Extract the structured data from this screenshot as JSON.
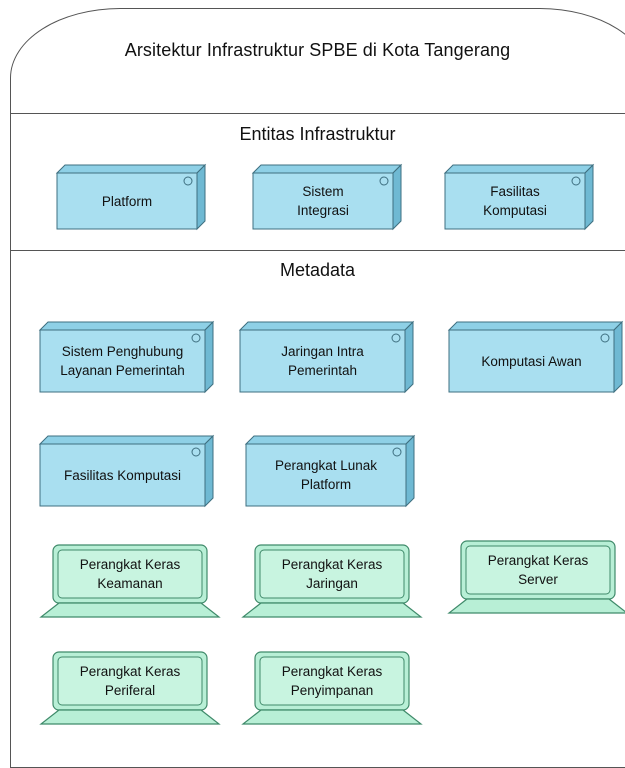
{
  "diagram": {
    "title": "Arsitektur Infrastruktur SPBE di Kota Tangerang",
    "sections": {
      "entitas": {
        "title": "Entitas Infrastruktur"
      },
      "metadata": {
        "title": "Metadata"
      }
    },
    "entitas_nodes": [
      {
        "label": "Platform"
      },
      {
        "label": "Sistem\nIntegrasi"
      },
      {
        "label": "Fasilitas\nKomputasi"
      }
    ],
    "metadata_nodes": [
      {
        "label": "Sistem Penghubung\nLayanan Pemerintah"
      },
      {
        "label": "Jaringan Intra\nPemerintah"
      },
      {
        "label": "Komputasi Awan"
      },
      {
        "label": "Fasilitas Komputasi"
      },
      {
        "label": "Perangkat Lunak\nPlatform"
      }
    ],
    "devices": [
      {
        "label": "Perangkat Keras\nKeamanan"
      },
      {
        "label": "Perangkat Keras\nJaringan"
      },
      {
        "label": "Perangkat Keras\nServer"
      },
      {
        "label": "Perangkat Keras\nPeriferal"
      },
      {
        "label": "Perangkat Keras\nPenyimpanan"
      }
    ],
    "colors": {
      "node_fill": "#a9dff0",
      "node_top": "#8ed0e6",
      "node_side": "#6fb9d3",
      "node_stroke": "#3e6f80",
      "device_fill": "#b8efd6",
      "device_inner": "#c8f4e0",
      "device_stroke": "#3f8a6a"
    }
  }
}
